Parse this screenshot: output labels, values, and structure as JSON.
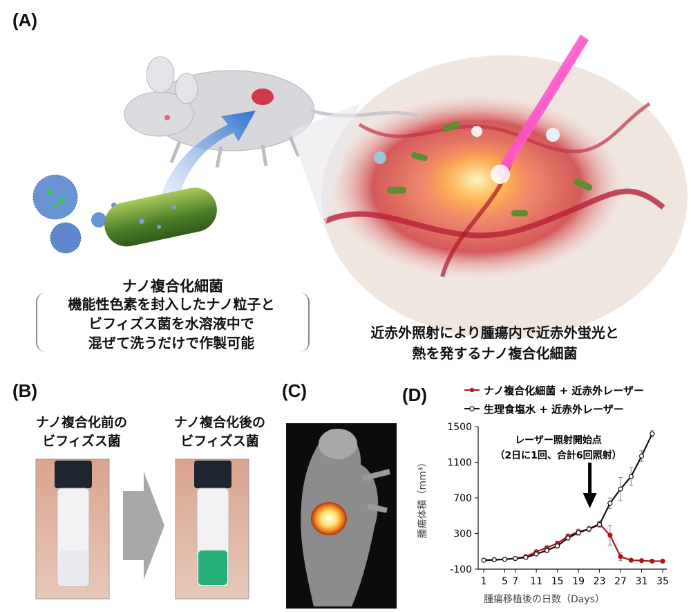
{
  "panels": {
    "a": {
      "label": "(A)",
      "title": "ナノ複合化細菌",
      "desc": [
        "機能性色素を封入したナノ粒子と",
        "ビフィズス菌を水溶液中で",
        "混ぜて洗うだけで作製可能"
      ],
      "right_caption": [
        "近赤外照射により腫瘍内で近赤外蛍光と",
        "熱を発するナノ複合化細菌"
      ]
    },
    "b": {
      "label": "(B)",
      "left_caption": [
        "ナノ複合化前の",
        "ビフィズス菌"
      ],
      "right_caption": [
        "ナノ複合化後の",
        "ビフィズス菌"
      ]
    },
    "c": {
      "label": "(C)"
    },
    "d": {
      "label": "(D)"
    }
  },
  "colors": {
    "nano": "#b0141c",
    "saline": "#111111",
    "vial_white": "#e8e8ee",
    "vial_green": "#27b07a"
  },
  "chart_data": {
    "type": "line",
    "legend_placement": "top",
    "xlabel": "腫瘍移植後の日数（Days）",
    "ylabel": "腫瘍体積（mm³）",
    "ylim": [
      -100,
      1500
    ],
    "xlim": [
      1,
      35
    ],
    "yticks": [
      -100,
      300,
      700,
      1100,
      1500
    ],
    "xticks": [
      1,
      5,
      7,
      11,
      15,
      19,
      23,
      27,
      31,
      35
    ],
    "xtick_labels": [
      "1",
      "5",
      "7",
      "11",
      "15",
      "19",
      "23",
      "27",
      "31",
      "35"
    ],
    "annotation": [
      "レーザー照射開始点",
      "（2日に1回、合計6回照射）"
    ],
    "annotation_arrow_day": 23,
    "series": [
      {
        "name": "ナノ複合化細菌 + 近赤外レーザー",
        "marker": "filled",
        "x": [
          1,
          3,
          5,
          7,
          9,
          11,
          13,
          15,
          17,
          19,
          21,
          23,
          25,
          27,
          29,
          31,
          33,
          35
        ],
        "y": [
          0,
          5,
          10,
          20,
          40,
          95,
          140,
          190,
          270,
          320,
          350,
          410,
          280,
          40,
          0,
          -5,
          -10,
          -10
        ],
        "err": [
          5,
          5,
          5,
          8,
          10,
          15,
          20,
          25,
          25,
          30,
          30,
          30,
          110,
          45,
          20,
          10,
          8,
          8
        ]
      },
      {
        "name": "生理食塩水 + 近赤外レーザー",
        "marker": "open",
        "x": [
          1,
          3,
          5,
          7,
          9,
          11,
          13,
          15,
          17,
          19,
          21,
          23,
          25,
          27,
          29,
          31,
          33
        ],
        "y": [
          0,
          5,
          10,
          20,
          30,
          70,
          110,
          160,
          250,
          310,
          350,
          400,
          640,
          800,
          940,
          1170,
          1420
        ],
        "err": [
          5,
          5,
          5,
          8,
          10,
          15,
          20,
          25,
          25,
          30,
          30,
          30,
          60,
          130,
          100,
          60,
          35
        ]
      }
    ]
  }
}
